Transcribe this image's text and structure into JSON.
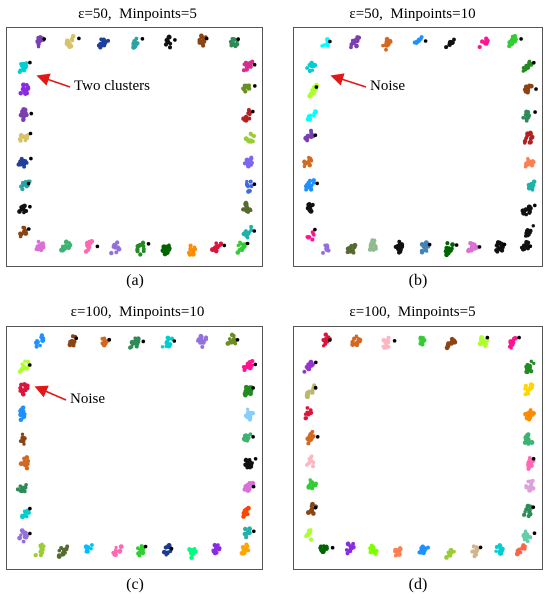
{
  "panels": [
    {
      "id": "a",
      "title": "ε=50,  Minpoints=5",
      "caption": "(a)",
      "annotation": "Two clusters",
      "colors": [
        "#7a3fb0",
        "#d6c36b",
        "#1f3f9c",
        "#2aa3a3",
        "#111111",
        "#8b4513",
        "#2e8b57",
        "#d42e8f",
        "#6b8e23",
        "#b22222",
        "#9acd32",
        "#7b68ee",
        "#4169e1",
        "#556b2f",
        "#20b2aa",
        "#da70d6",
        "#3cb371",
        "#ff69b4",
        "#9370db",
        "#228b22",
        "#006400",
        "#ff8c00",
        "#dc143c",
        "#32cd32",
        "#00ced1",
        "#8a2be2"
      ]
    },
    {
      "id": "b",
      "title": "ε=50,  Minpoints=10",
      "caption": "(b)",
      "annotation": "Noise",
      "colors": [
        "#00ffff",
        "#7a3fb0",
        "#d2691e",
        "#1e90ff",
        "#111111",
        "#ff1493",
        "#32cd32",
        "#228b22",
        "#8b4513",
        "#2e8b57",
        "#b22222",
        "#ff7f50",
        "#20b2aa",
        "#111111",
        "#111111",
        "#9370db",
        "#556b2f",
        "#8fbc8f",
        "#111111",
        "#4682b4",
        "#006400",
        "#da70d6",
        "#111111",
        "#111111",
        "#00ced1",
        "#adff2f"
      ]
    },
    {
      "id": "c",
      "title": "ε=100,  Minpoints=10",
      "caption": "(c)",
      "annotation": "Noise",
      "colors": [
        "#1e90ff",
        "#8b4513",
        "#d2691e",
        "#2e8b57",
        "#00ced1",
        "#9370db",
        "#6b8e23",
        "#ff1493",
        "#228b22",
        "#87cefa",
        "#3cb371",
        "#111111",
        "#da70d6",
        "#ff4500",
        "#20b2aa",
        "#9acd32",
        "#556b2f",
        "#00bfff",
        "#ff69b4",
        "#32cd32",
        "#1e3a8a",
        "#00ff7f",
        "#8a2be2",
        "#ffa500",
        "#adff2f",
        "#dc143c"
      ]
    },
    {
      "id": "d",
      "title": "ε=100,  Minpoints=5",
      "caption": "(d)",
      "annotation": "",
      "colors": [
        "#dc143c",
        "#d2691e",
        "#ffb6c1",
        "#32cd32",
        "#8b4513",
        "#adff2f",
        "#ff1493",
        "#228b22",
        "#ffd700",
        "#ff8c00",
        "#3cb371",
        "#ff69b4",
        "#dda0dd",
        "#2e8b57",
        "#66cdaa",
        "#006400",
        "#8a2be2",
        "#7fff00",
        "#ff7f50",
        "#1e90ff",
        "#9acd32",
        "#d2b48c",
        "#00ced1",
        "#ff6347",
        "#9932cc",
        "#bdb76b"
      ]
    }
  ]
}
